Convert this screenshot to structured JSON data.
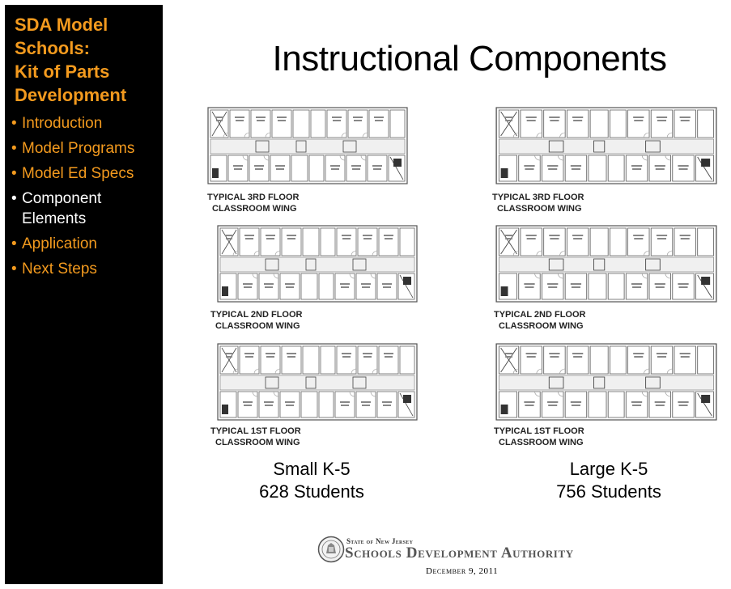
{
  "sidebar": {
    "title_lines": [
      "SDA Model",
      "Schools:",
      "Kit of Parts",
      "Development"
    ],
    "nav": [
      {
        "label": "Introduction"
      },
      {
        "label": "Model Programs"
      },
      {
        "label": "Model Ed Specs"
      },
      {
        "label_line1": "Component",
        "label_line2": "Elements"
      },
      {
        "label": "Application"
      },
      {
        "label": "Next Steps"
      }
    ]
  },
  "main": {
    "title": "Instructional Components",
    "plans": {
      "small": {
        "floor3": [
          "TYPICAL 3RD FLOOR",
          "CLASSROOM WING"
        ],
        "floor2": [
          "TYPICAL 2ND FLOOR",
          "CLASSROOM WING"
        ],
        "floor1": [
          "TYPICAL  1ST FLOOR",
          "CLASSROOM  WING"
        ]
      },
      "large": {
        "floor3": [
          "TYPICAL 3RD FLOOR",
          "CLASSROOM WING"
        ],
        "floor2": [
          "TYPICAL 2ND FLOOR",
          "CLASSROOM WING"
        ],
        "floor1": [
          "TYPICAL  1ST FLOOR",
          "CLASSROOM  WING"
        ]
      }
    },
    "captions": {
      "small": {
        "name": "Small K-5",
        "students": "628 Students"
      },
      "large": {
        "name": "Large K-5",
        "students": "756 Students"
      }
    }
  },
  "footer": {
    "state_line": "State of New Jersey",
    "authority": "Schools Development Authority",
    "date": "December 9, 2011"
  },
  "colors": {
    "accent": "#f39a1e",
    "sidebar_bg": "#000000",
    "active_nav": "#ffffff"
  }
}
